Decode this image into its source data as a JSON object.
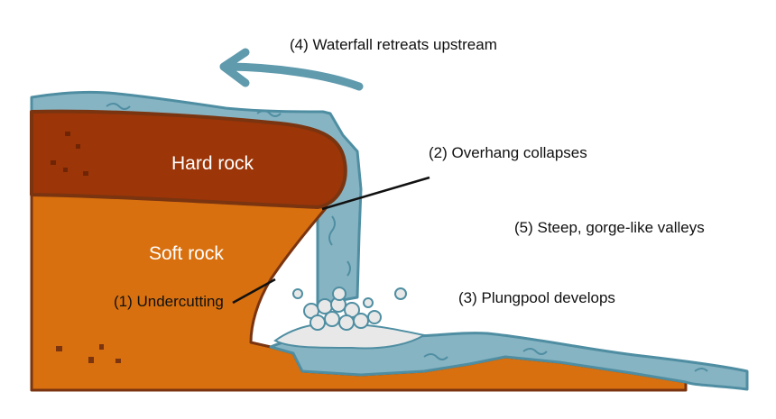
{
  "labels": {
    "hard_rock": "Hard rock",
    "soft_rock": "Soft rock",
    "step1": "(1) Undercutting",
    "step2": "(2) Overhang collapses",
    "step3": "(3) Plungpool develops",
    "step4": "(4) Waterfall retreats upstream",
    "step5": "(5) Steep, gorge-like valleys"
  },
  "colors": {
    "hard_rock": "#9c3508",
    "soft_rock": "#d8700f",
    "rock_outline": "#7a3410",
    "water": "#87b4c3",
    "water_outline": "#4f8ea2",
    "foam": "#e8e8e8",
    "arrow": "#5f9aad",
    "pointer_line": "#111111"
  },
  "icons": {
    "arrow": "left-arrow-icon"
  }
}
